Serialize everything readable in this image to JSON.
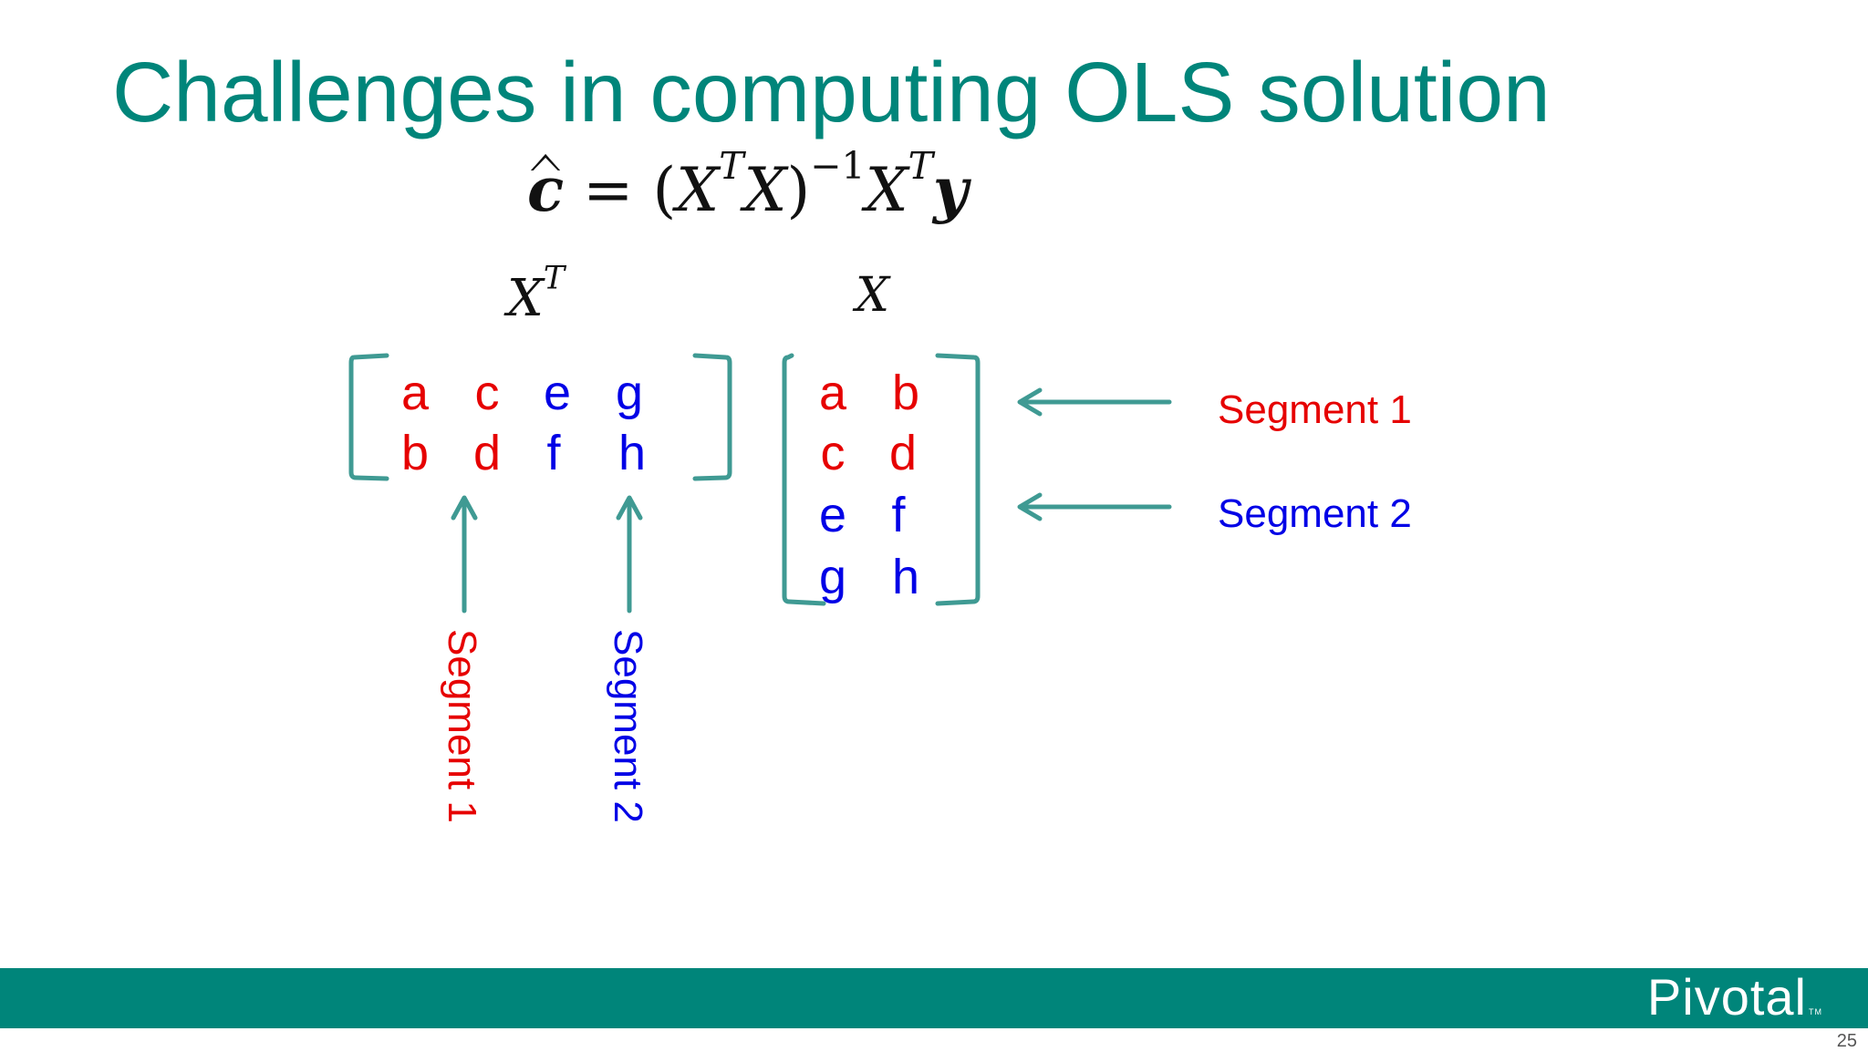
{
  "slide": {
    "title": "Challenges in computing OLS solution",
    "page_number": "25",
    "brand": "Pivotal",
    "brand_mark": "TM"
  },
  "math": {
    "c_hat": "c",
    "equals": " = (",
    "X": "X",
    "T": "T",
    "close_paren": ")",
    "inverse": "−1",
    "y": "y"
  },
  "matrix_xt": {
    "row1": [
      "a",
      "c",
      "e",
      "g"
    ],
    "row2": [
      "b",
      "d",
      "f",
      "h"
    ]
  },
  "matrix_x": {
    "rows": [
      [
        "a",
        "b"
      ],
      [
        "c",
        "d"
      ],
      [
        "e",
        "f"
      ],
      [
        "g",
        "h"
      ]
    ]
  },
  "labels": {
    "segment1": "Segment 1",
    "segment2": "Segment 2"
  },
  "colors": {
    "teal": "#00857a",
    "bracket": "#3f9a93",
    "segment1": "#e60000",
    "segment2": "#0000e6"
  }
}
